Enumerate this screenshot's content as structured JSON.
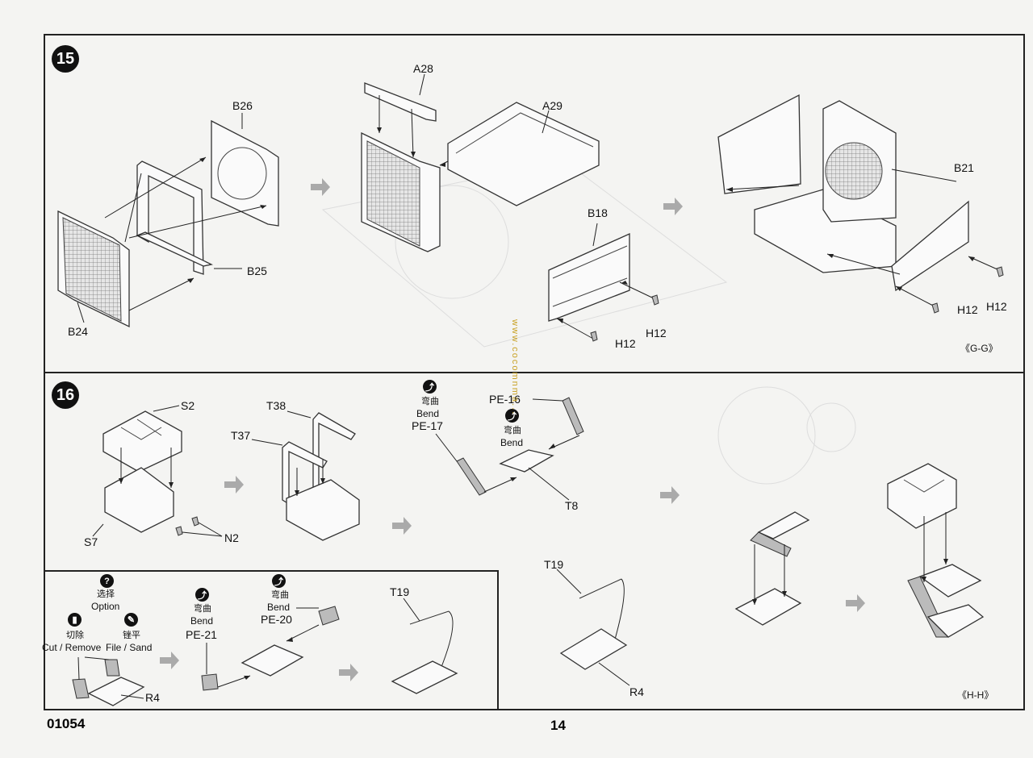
{
  "page": {
    "catalog_number": "01054",
    "page_number": "14",
    "watermark": "www.cocomnma..."
  },
  "step15": {
    "number": "15",
    "section_label": "《G-G》",
    "parts": {
      "b26": "B26",
      "b24": "B24",
      "b25": "B25",
      "a28": "A28",
      "a29": "A29",
      "b18": "B18",
      "b21": "B21",
      "h12_a": "H12",
      "h12_b": "H12",
      "h12_c": "H12",
      "h12_d": "H12"
    }
  },
  "step16": {
    "number": "16",
    "section_label": "《H-H》",
    "parts": {
      "s2": "S2",
      "s7": "S7",
      "n2": "N2",
      "t38": "T38",
      "t37": "T37",
      "t8": "T8",
      "pe16": "PE-16",
      "pe17": "PE-17",
      "t19_right": "T19",
      "r4_right": "R4"
    },
    "bend_pe17": {
      "zh": "弯曲",
      "en": "Bend"
    },
    "bend_pe16": {
      "zh": "弯曲",
      "en": "Bend"
    }
  },
  "option_box": {
    "option": {
      "zh": "选择",
      "en": "Option"
    },
    "cut": {
      "zh": "切除",
      "en": "Cut / Remove"
    },
    "file": {
      "zh": "锉平",
      "en": "File / Sand"
    },
    "bend_pe21": {
      "zh": "弯曲",
      "en": "Bend"
    },
    "bend_pe20": {
      "zh": "弯曲",
      "en": "Bend"
    },
    "parts": {
      "r4": "R4",
      "pe21": "PE-21",
      "pe20": "PE-20",
      "t19": "T19"
    }
  },
  "icons": [
    "question-icon",
    "cut-icon",
    "file-icon",
    "bend-icon"
  ]
}
